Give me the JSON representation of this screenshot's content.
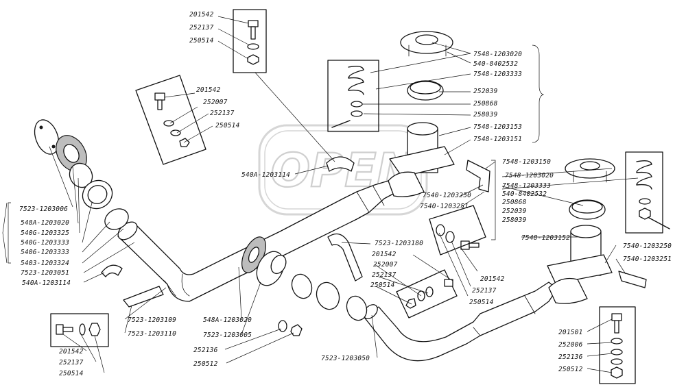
{
  "watermark": {
    "text": "OPEN",
    "stroke_color": "#cfcfcf"
  },
  "labels": {
    "l_201542_top": "201542",
    "l_252137_top": "252137",
    "l_250514_top": "250514",
    "l_201542_mid": "201542",
    "l_252007_mid": "252007",
    "l_252137_mid": "252137",
    "l_250514_mid": "250514",
    "l_540A_1203114_top": "540A-1203114",
    "l_7548_1203020_top": "7548-1203020",
    "l_540_8402532_top": "540-8402532",
    "l_7548_1203333_top": "7548-1203333",
    "l_252039": "252039",
    "l_250868": "250868",
    "l_258039": "258039",
    "l_7548_1203153": "7548-1203153",
    "l_7548_1203151": "7548-1203151",
    "l_7548_1203150": "7548-1203150",
    "l_7548_1203020_r": "7548-1203020",
    "l_7548_1203333_r": "7548-1203333",
    "l_540_8402532_r": "540-8402532",
    "l_250868_r": "250868",
    "l_252039_r": "252039",
    "l_258039_r": "258039",
    "l_7540_1203250_mid": "7540-1203250",
    "l_7540_1203251_mid": "7540-1203251",
    "l_7523_1203006": "7523-1203006",
    "l_548A_1203020_l": "548A-1203020",
    "l_540G_1203325": "540G-1203325",
    "l_540G_1203333": "540G-1203333",
    "l_5406_1203333": "5406-1203333",
    "l_5403_1203324": "5403-1203324",
    "l_7523_1203051": "7523-1203051",
    "l_540A_1203114_l": "540A-1203114",
    "l_7523_1203180": "7523-1203180",
    "l_201542_c": "201542",
    "l_252007_c": "252007",
    "l_252137_c": "252137",
    "l_250514_c": "250514",
    "l_201542_r": "201542",
    "l_252137_r": "252137",
    "l_250514_r": "250514",
    "l_7548_1203152": "7548-1203152",
    "l_7540_1203250_r": "7540-1203250",
    "l_7540_1203251_r": "7540-1203251",
    "l_7523_1203109": "7523-1203109",
    "l_7523_1203110": "7523-1203110",
    "l_548A_1203020_b": "548A-1203020",
    "l_7523_1203005": "7523-1203005",
    "l_201542_bl": "201542",
    "l_252137_bl": "252137",
    "l_250514_bl": "250514",
    "l_252136_b": "252136",
    "l_250512_b": "250512",
    "l_7523_1203050": "7523-1203050",
    "l_201501": "201501",
    "l_252006": "252006",
    "l_252136_r": "252136",
    "l_250512_r": "250512"
  }
}
